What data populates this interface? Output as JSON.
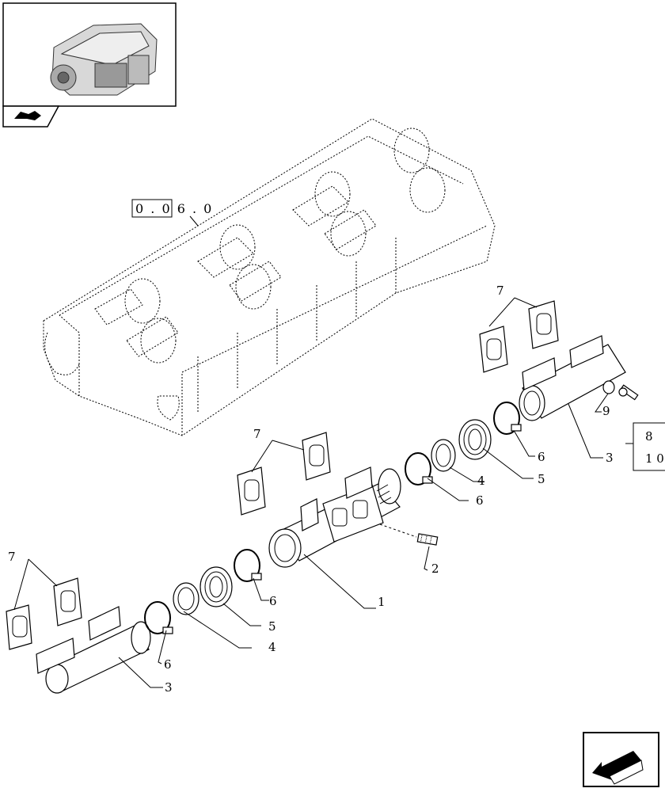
{
  "diagram": {
    "reference_box": {
      "text": "0 . 0 6 . 0"
    },
    "side_box": {
      "line1": "8",
      "line2": "1 0"
    },
    "callouts": [
      "1",
      "2",
      "3",
      "3",
      "4",
      "4",
      "5",
      "5",
      "6",
      "6",
      "6",
      "6",
      "7",
      "7",
      "7",
      "9"
    ]
  },
  "colors": {
    "ink": "#000000",
    "background": "#ffffff"
  },
  "icons": {
    "thumbnail": "engine-thumbnail-icon",
    "tab": "book-tab-icon",
    "nav": "next-page-arrow-icon"
  }
}
